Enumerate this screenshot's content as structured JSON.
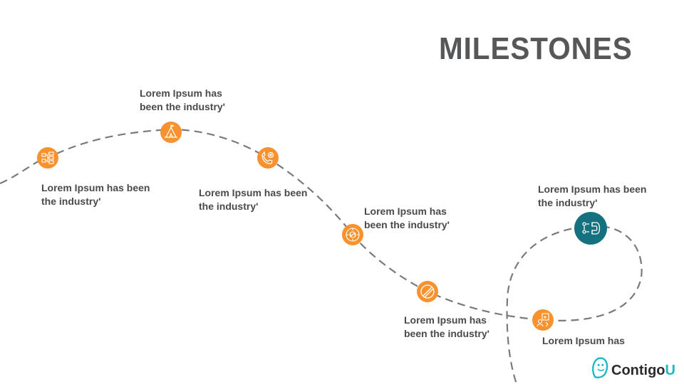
{
  "title": "MILESTONES",
  "colors": {
    "accent": "#F7922F",
    "highlight": "#15707F",
    "path": "#7a7a7a",
    "text": "#4a4a4a"
  },
  "milestones": [
    {
      "icon": "org-chart-icon",
      "label_lines": [
        "Lorem Ipsum has been",
        "the industry'"
      ]
    },
    {
      "icon": "tent-icon",
      "label_lines": [
        "Lorem Ipsum has",
        "been the industry'"
      ]
    },
    {
      "icon": "phone-settings-icon",
      "label_lines": [
        "Lorem Ipsum has been",
        "the industry'"
      ]
    },
    {
      "icon": "gear-network-icon",
      "label_lines": [
        "Lorem Ipsum has",
        "been the industry'"
      ]
    },
    {
      "icon": "no-entry-icon",
      "label_lines": [
        "Lorem Ipsum has",
        "been the industry'"
      ]
    },
    {
      "icon": "user-exchange-icon",
      "label_lines": [
        "Lorem Ipsum has"
      ]
    },
    {
      "icon": "magnet-icon",
      "label_lines": [
        "Lorem Ipsum has been",
        "the industry'"
      ]
    }
  ],
  "brand": {
    "name_main": "Contigo",
    "name_accent": "U"
  }
}
